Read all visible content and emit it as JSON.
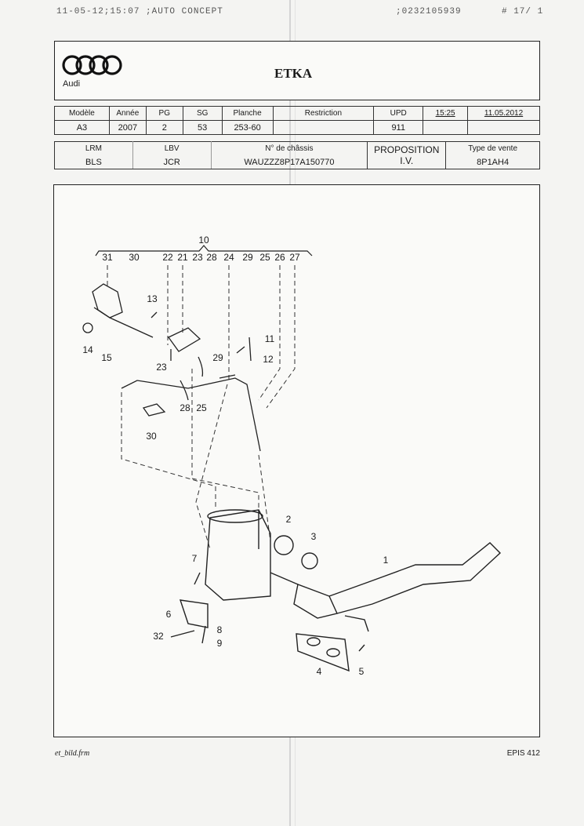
{
  "fax_header": {
    "left": "11-05-12;15:07 ;AUTO CONCEPT",
    "mid": ";0232105939",
    "right": "# 17/ 1"
  },
  "brand": {
    "name": "Audi",
    "title": "ETKA"
  },
  "vehicle_table": {
    "headers": [
      "Modèle",
      "Année",
      "PG",
      "SG",
      "Planche",
      "Restriction",
      "UPD",
      "15:25",
      "11.05.2012"
    ],
    "values": [
      "A3",
      "2007",
      "2",
      "53",
      "253-60",
      "",
      "911",
      "",
      ""
    ]
  },
  "code_table": {
    "headers": [
      "LRM",
      "LBV",
      "N° de châssis",
      "",
      "Type de vente"
    ],
    "values": [
      "BLS",
      "JCR",
      "WAUZZZ8P17A150770",
      "PROPOSITION I.V.",
      "8P1AH4"
    ]
  },
  "diagram": {
    "bracket_label": "10",
    "top_labels": [
      "31",
      "30",
      "22",
      "21",
      "23",
      "28",
      "24",
      "29",
      "25",
      "26",
      "27"
    ],
    "part_labels": [
      "1",
      "2",
      "3",
      "4",
      "5",
      "6",
      "7",
      "8",
      "9",
      "11",
      "12",
      "13",
      "14",
      "15",
      "23",
      "25",
      "28",
      "29",
      "30",
      "32"
    ]
  },
  "footer": {
    "left": "et_bild.frm",
    "right": "EPIS 412"
  }
}
